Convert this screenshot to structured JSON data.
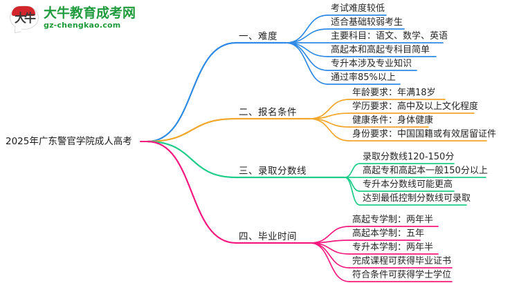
{
  "logo": {
    "mark_text": "大牛",
    "title": "大牛教育成考网",
    "subtitle": "gz-chengkao.com",
    "brand_green": "#1f9a3d",
    "brand_red": "#d3262c"
  },
  "mindmap": {
    "root": {
      "label": "2025年广东警官学院成人高考"
    },
    "branches": [
      {
        "label": "一、难度",
        "color": "#2e8ae5",
        "leaves": [
          "考试难度较低",
          "适合基础较弱考生",
          "主要科目：语文、数学、英语",
          "高起本和高起专科目简单",
          "专升本涉及专业知识",
          "通过率85%以上"
        ]
      },
      {
        "label": "二、报名条件",
        "color": "#f2a72c",
        "leaves": [
          "年龄要求：年满18岁",
          "学历要求：高中及以上文化程度",
          "健康条件：身体健康",
          "身份要求：中国国籍或有效居留证件"
        ]
      },
      {
        "label": "三、录取分数线",
        "color": "#1ecd8a",
        "leaves": [
          "录取分数线120-150分",
          "高起专和高起本一般150分以上",
          "专升本分数线可能更高",
          "达到最低控制分数线可录取"
        ]
      },
      {
        "label": "四、毕业时间",
        "color": "#f5197f",
        "leaves": [
          "高起专学制：两年半",
          "高起本学制：五年",
          "专升本学制：两年半",
          "完成课程可获得毕业证书",
          "符合条件可获得学士学位"
        ]
      }
    ]
  }
}
